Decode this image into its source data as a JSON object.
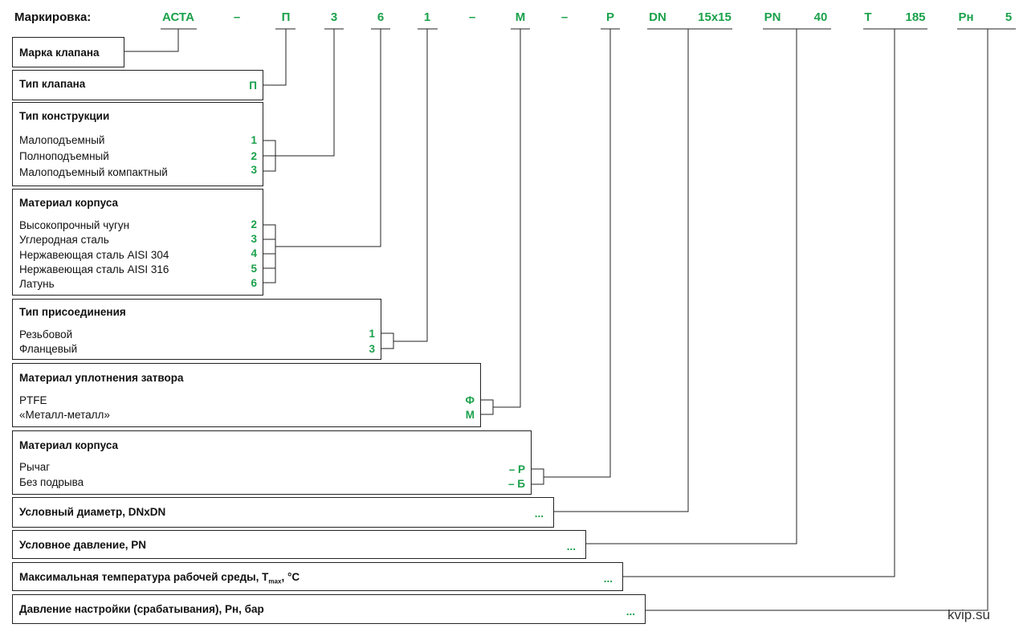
{
  "header": {
    "title": "Маркировка:",
    "codes": [
      "АСТА",
      "–",
      "П",
      "3",
      "6",
      "1",
      "–",
      "М",
      "–",
      "Р",
      "DN",
      "15х15",
      "PN",
      "40",
      "Т",
      "185",
      "Рн",
      "5"
    ]
  },
  "boxes": {
    "brand": {
      "title": "Марка клапана"
    },
    "valve_type": {
      "title": "Тип клапана",
      "value": "П"
    },
    "construction": {
      "title": "Тип конструкции",
      "options": [
        {
          "label": "Малоподъемный",
          "value": "1"
        },
        {
          "label": "Полноподъемный",
          "value": "2"
        },
        {
          "label": "Малоподъемный компактный",
          "value": "3"
        }
      ]
    },
    "body_material": {
      "title": "Материал корпуса",
      "options": [
        {
          "label": "Высокопрочный чугун",
          "value": "2"
        },
        {
          "label": "Углеродная сталь",
          "value": "3"
        },
        {
          "label": "Нержавеющая сталь AISI 304",
          "value": "4"
        },
        {
          "label": "Нержавеющая сталь AISI 316",
          "value": "5"
        },
        {
          "label": "Латунь",
          "value": "6"
        }
      ]
    },
    "connection": {
      "title": "Тип присоединения",
      "options": [
        {
          "label": "Резьбовой",
          "value": "1"
        },
        {
          "label": "Фланцевый",
          "value": "3"
        }
      ]
    },
    "seal": {
      "title": "Материал уплотнения затвора",
      "options": [
        {
          "label": "PTFE",
          "value": "Ф"
        },
        {
          "label": "«Металл-металл»",
          "value": "М"
        }
      ]
    },
    "body_material2": {
      "title": "Материал корпуса",
      "options": [
        {
          "label": "Рычаг",
          "value": "– Р"
        },
        {
          "label": "Без подрыва",
          "value": "– Б"
        }
      ]
    },
    "diameter": {
      "title": "Условный диаметр,  DNxDN",
      "value": "..."
    },
    "pressure": {
      "title": "Условное давление, PN",
      "value": "..."
    },
    "temperature": {
      "title_main": "Максимальная температура рабочей среды, T",
      "title_sub": "max",
      "title_end": ", °С",
      "value": "..."
    },
    "setpoint": {
      "title": "Давление настройки (срабатывания), Рн, бар",
      "value": "..."
    }
  },
  "watermark": "kvip.su",
  "colors": {
    "accent": "#1aa14b",
    "line": "#222222"
  }
}
